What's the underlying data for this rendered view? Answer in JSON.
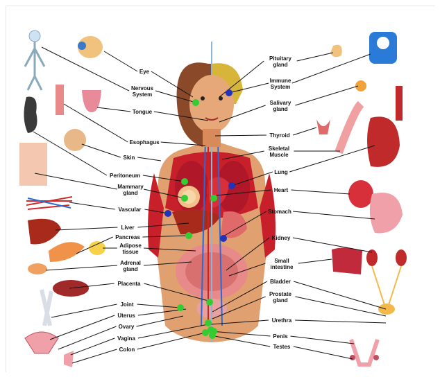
{
  "labels": {
    "left": [
      {
        "id": "eye",
        "text": "Eye"
      },
      {
        "id": "nervous",
        "text": "Nervous\nSystem"
      },
      {
        "id": "tongue",
        "text": "Tongue"
      },
      {
        "id": "esophagus",
        "text": "Esophagus"
      },
      {
        "id": "skin",
        "text": "Skin"
      },
      {
        "id": "peritoneum",
        "text": "Peritoneum"
      },
      {
        "id": "mammary",
        "text": "Mammary\ngland"
      },
      {
        "id": "vascular",
        "text": "Vascular"
      },
      {
        "id": "liver",
        "text": "Liver"
      },
      {
        "id": "pancreas",
        "text": "Pancreas"
      },
      {
        "id": "adipose",
        "text": "Adipose\ntissue"
      },
      {
        "id": "adrenal",
        "text": "Adrenal\ngland"
      },
      {
        "id": "placenta",
        "text": "Placenta"
      },
      {
        "id": "joint",
        "text": "Joint"
      },
      {
        "id": "uterus",
        "text": "Uterus"
      },
      {
        "id": "ovary",
        "text": "Ovary"
      },
      {
        "id": "vagina",
        "text": "Vagina"
      },
      {
        "id": "colon",
        "text": "Colon"
      }
    ],
    "right": [
      {
        "id": "pituitary",
        "text": "Pituitary\ngland"
      },
      {
        "id": "immune",
        "text": "Immune\nSystem"
      },
      {
        "id": "salivary",
        "text": "Salivary\ngland"
      },
      {
        "id": "thyroid",
        "text": "Thyroid"
      },
      {
        "id": "skeletal",
        "text": "Skeletal\nMuscle"
      },
      {
        "id": "lung",
        "text": "Lung"
      },
      {
        "id": "heart",
        "text": "Heart"
      },
      {
        "id": "stomach",
        "text": "Stomach"
      },
      {
        "id": "kidney",
        "text": "Kidney"
      },
      {
        "id": "small_intestine",
        "text": "Small\nintestine"
      },
      {
        "id": "bladder",
        "text": "Bladder"
      },
      {
        "id": "prostate",
        "text": "Prostate\ngland"
      },
      {
        "id": "urethra",
        "text": "Urethra"
      },
      {
        "id": "penis",
        "text": "Penis"
      },
      {
        "id": "testes",
        "text": "Testes"
      }
    ]
  },
  "colors": {
    "marker_green": "#33cc33",
    "marker_blue": "#2233bb",
    "skin": "#e0a070",
    "muscle": "#c8202a",
    "hair_left": "#8a4a2a",
    "hair_right": "#d6b53a",
    "line": "#111111"
  }
}
